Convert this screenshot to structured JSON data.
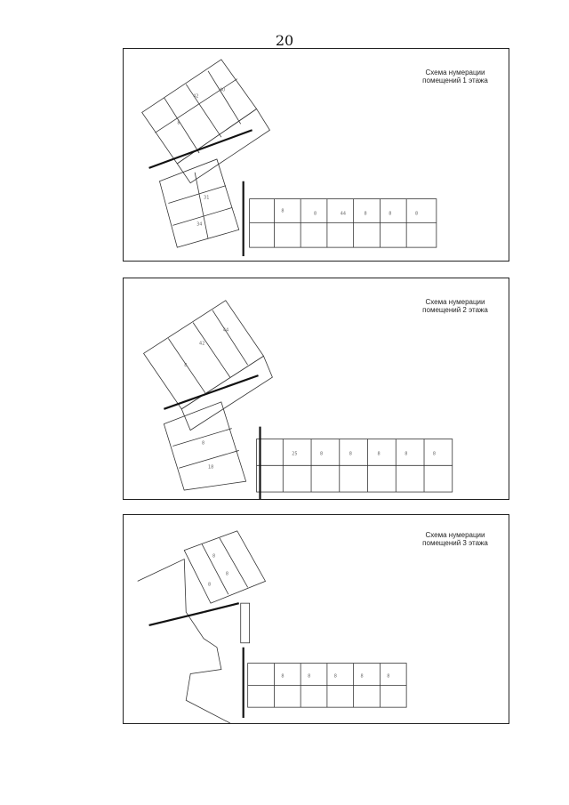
{
  "page": {
    "number": "20"
  },
  "plans": [
    {
      "caption_line1": "Схема нумерации",
      "caption_line2": "помещений 1 этажа"
    },
    {
      "caption_line1": "Схема нумерации",
      "caption_line2": "помещений 2 этажа"
    },
    {
      "caption_line1": "Схема нумерации",
      "caption_line2": "помещений 3 этажа"
    }
  ]
}
